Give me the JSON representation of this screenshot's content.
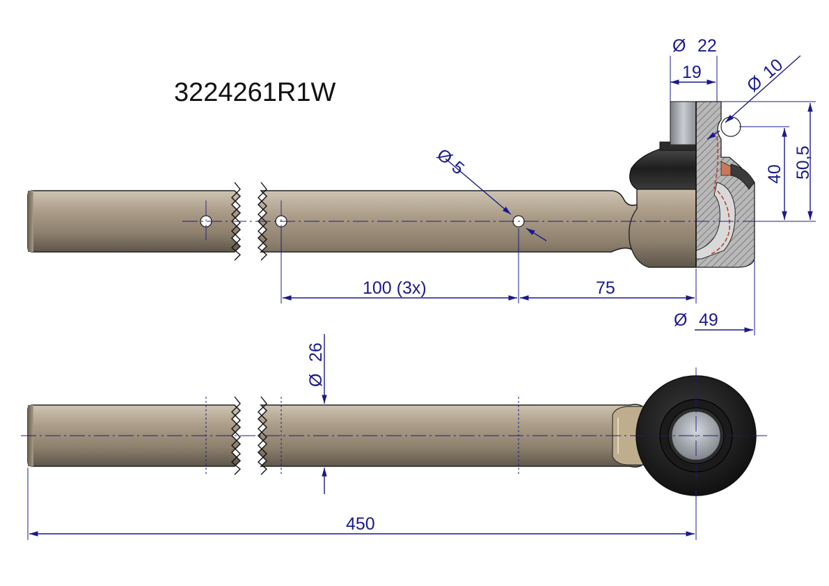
{
  "part_number": "3224261R1W",
  "dimensions": {
    "ball_stud_diameter": "22",
    "stud_length": "19",
    "hole_diameter": "10",
    "height_total": "50,5",
    "height_to_hole": "40",
    "cross_hole": "5",
    "hole_spacing": "100  (3x)",
    "offset_to_center": "75",
    "housing_diameter": "49",
    "rod_diameter": "26",
    "overall_length": "450"
  },
  "symbols": {
    "diameter": "Ø"
  },
  "colors": {
    "rod": "#a89a86",
    "boot": "#2a2a2a",
    "dimension": "#1a1a8c",
    "section_hatch": "#6a6a6a"
  }
}
